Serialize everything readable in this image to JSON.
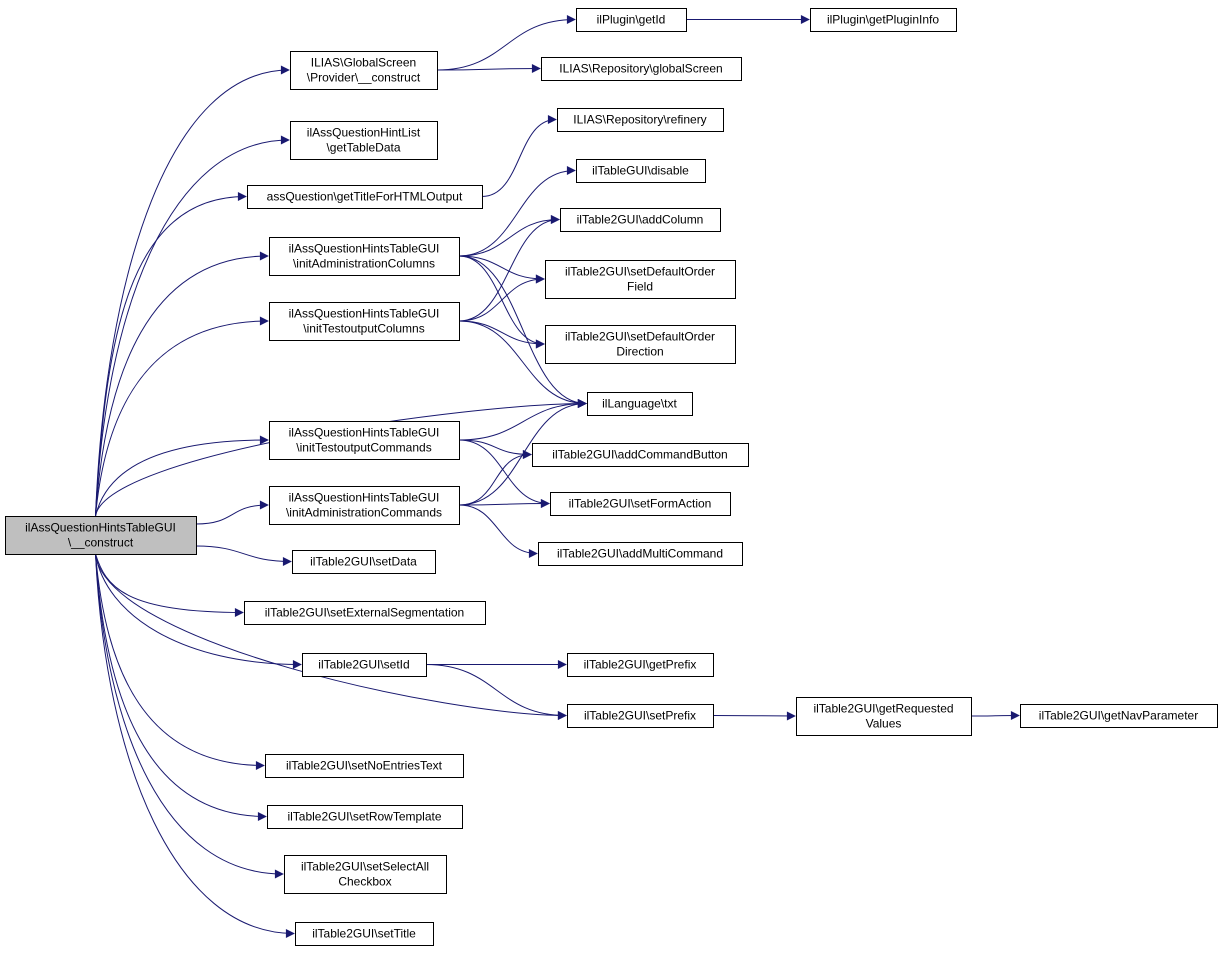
{
  "colors": {
    "edge": "#191970",
    "root_fill": "#bfbfbf",
    "node_fill": "#ffffff",
    "border": "#000000"
  },
  "nodes": {
    "root": [
      "ilAssQuestionHintsTableGUI",
      "\\__construct"
    ],
    "gs_provider": [
      "ILIAS\\GlobalScreen",
      "\\Provider\\__construct"
    ],
    "plugin_getid": [
      "ilPlugin\\getId"
    ],
    "plugin_info": [
      "ilPlugin\\getPluginInfo"
    ],
    "repo_global": [
      "ILIAS\\Repository\\globalScreen"
    ],
    "hintlist": [
      "ilAssQuestionHintList",
      "\\getTableData"
    ],
    "repo_refinery": [
      "ILIAS\\Repository\\refinery"
    ],
    "title_html": [
      "assQuestion\\getTitleForHTMLOutput"
    ],
    "tablegui_disable": [
      "ilTableGUI\\disable"
    ],
    "add_column": [
      "ilTable2GUI\\addColumn"
    ],
    "init_admin_cols": [
      "ilAssQuestionHintsTableGUI",
      "\\initAdministrationColumns"
    ],
    "default_order_field": [
      "ilTable2GUI\\setDefaultOrder",
      "Field"
    ],
    "init_test_cols": [
      "ilAssQuestionHintsTableGUI",
      "\\initTestoutputColumns"
    ],
    "default_order_dir": [
      "ilTable2GUI\\setDefaultOrder",
      "Direction"
    ],
    "lang_txt": [
      "ilLanguage\\txt"
    ],
    "init_test_cmds": [
      "ilAssQuestionHintsTableGUI",
      "\\initTestoutputCommands"
    ],
    "add_cmd_button": [
      "ilTable2GUI\\addCommandButton"
    ],
    "init_admin_cmds": [
      "ilAssQuestionHintsTableGUI",
      "\\initAdministrationCommands"
    ],
    "set_form_action": [
      "ilTable2GUI\\setFormAction"
    ],
    "add_multi_cmd": [
      "ilTable2GUI\\addMultiCommand"
    ],
    "set_data": [
      "ilTable2GUI\\setData"
    ],
    "ext_seg": [
      "ilTable2GUI\\setExternalSegmentation"
    ],
    "set_id": [
      "ilTable2GUI\\setId"
    ],
    "get_prefix": [
      "ilTable2GUI\\getPrefix"
    ],
    "set_prefix": [
      "ilTable2GUI\\setPrefix"
    ],
    "get_req_values": [
      "ilTable2GUI\\getRequested",
      "Values"
    ],
    "get_nav_param": [
      "ilTable2GUI\\getNavParameter"
    ],
    "no_entries": [
      "ilTable2GUI\\setNoEntriesText"
    ],
    "row_template": [
      "ilTable2GUI\\setRowTemplate"
    ],
    "select_all": [
      "ilTable2GUI\\setSelectAll",
      "Checkbox"
    ],
    "set_title": [
      "ilTable2GUI\\setTitle"
    ]
  },
  "edges": [
    [
      "root",
      "gs_provider"
    ],
    [
      "root",
      "hintlist"
    ],
    [
      "root",
      "title_html"
    ],
    [
      "root",
      "init_admin_cols"
    ],
    [
      "root",
      "init_test_cols"
    ],
    [
      "root",
      "lang_txt"
    ],
    [
      "root",
      "init_test_cmds"
    ],
    [
      "root",
      "init_admin_cmds"
    ],
    [
      "root",
      "set_data"
    ],
    [
      "root",
      "ext_seg"
    ],
    [
      "root",
      "set_id"
    ],
    [
      "root",
      "set_prefix"
    ],
    [
      "root",
      "no_entries"
    ],
    [
      "root",
      "row_template"
    ],
    [
      "root",
      "select_all"
    ],
    [
      "root",
      "set_title"
    ],
    [
      "gs_provider",
      "plugin_getid"
    ],
    [
      "gs_provider",
      "repo_global"
    ],
    [
      "plugin_getid",
      "plugin_info"
    ],
    [
      "title_html",
      "repo_refinery"
    ],
    [
      "init_admin_cols",
      "tablegui_disable"
    ],
    [
      "init_admin_cols",
      "add_column"
    ],
    [
      "init_admin_cols",
      "default_order_field"
    ],
    [
      "init_admin_cols",
      "default_order_dir"
    ],
    [
      "init_admin_cols",
      "lang_txt"
    ],
    [
      "init_test_cols",
      "add_column"
    ],
    [
      "init_test_cols",
      "default_order_field"
    ],
    [
      "init_test_cols",
      "default_order_dir"
    ],
    [
      "init_test_cols",
      "lang_txt"
    ],
    [
      "init_test_cmds",
      "lang_txt"
    ],
    [
      "init_test_cmds",
      "add_cmd_button"
    ],
    [
      "init_test_cmds",
      "set_form_action"
    ],
    [
      "init_admin_cmds",
      "lang_txt"
    ],
    [
      "init_admin_cmds",
      "add_cmd_button"
    ],
    [
      "init_admin_cmds",
      "set_form_action"
    ],
    [
      "init_admin_cmds",
      "add_multi_cmd"
    ],
    [
      "set_id",
      "get_prefix"
    ],
    [
      "set_id",
      "set_prefix"
    ],
    [
      "set_prefix",
      "get_req_values"
    ],
    [
      "get_req_values",
      "get_nav_param"
    ]
  ]
}
